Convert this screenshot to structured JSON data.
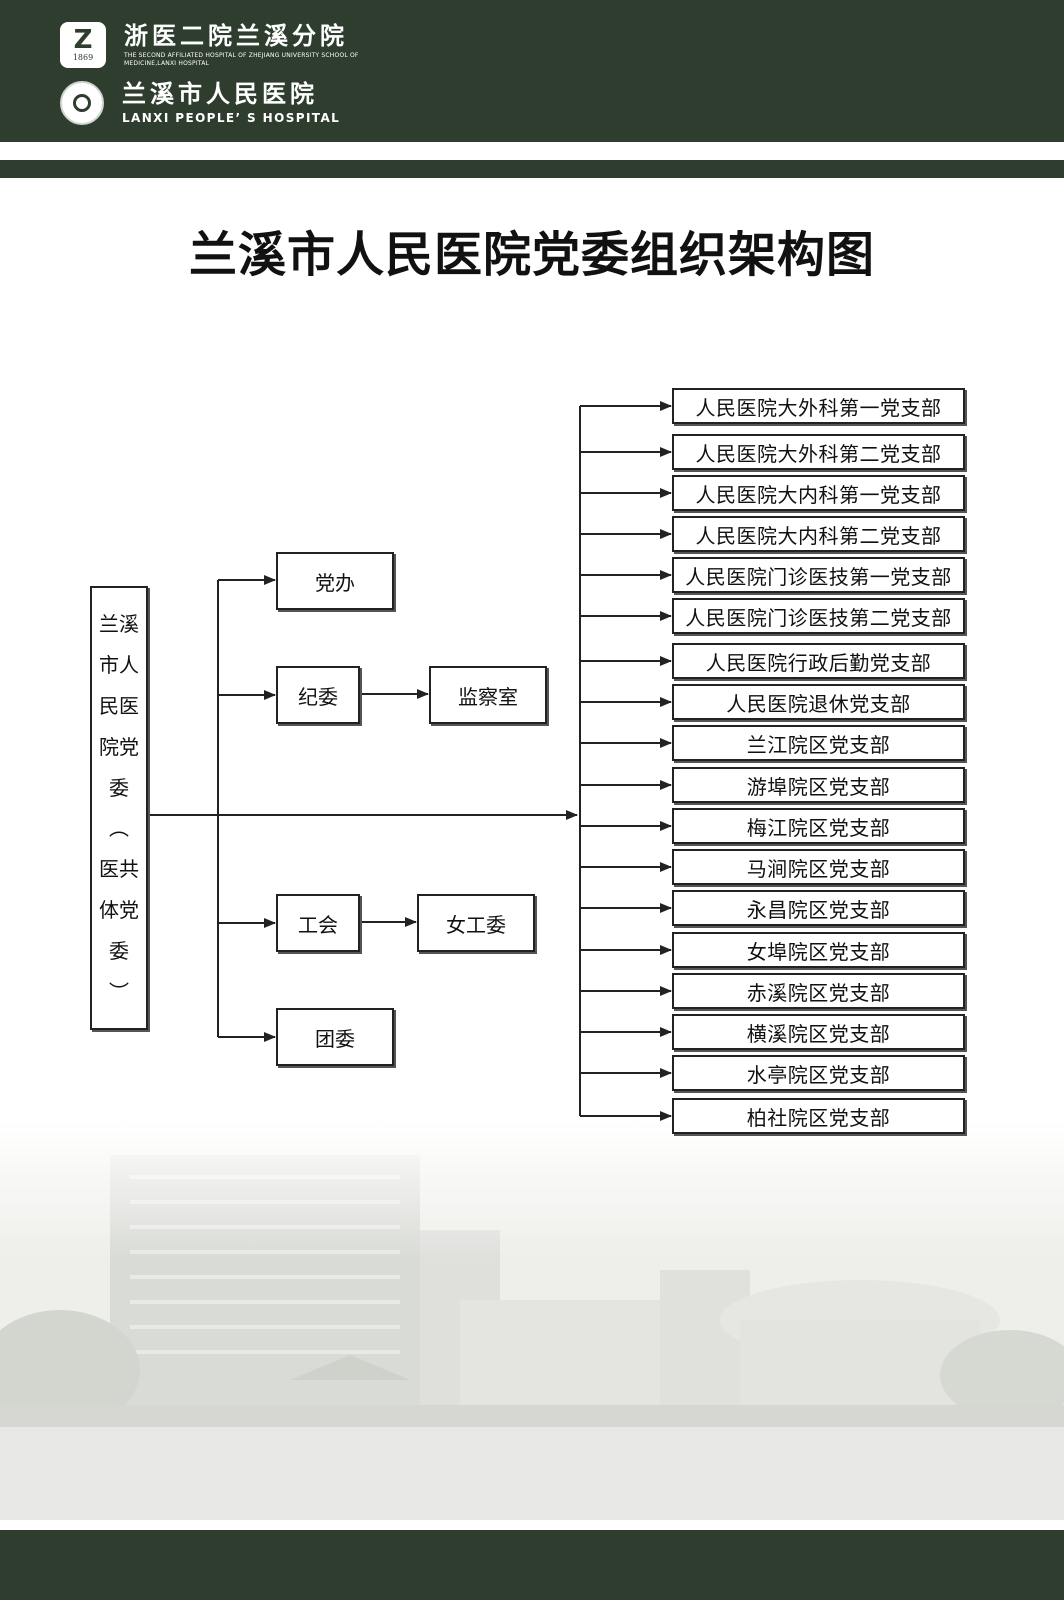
{
  "header": {
    "logo1_mark": "Z",
    "logo1_year": "1869",
    "logo1_cn": "浙医二院兰溪分院",
    "logo1_en": "THE SECOND AFFILIATED HOSPITAL OF ZHEJIANG UNIVERSITY SCHOOL OF MEDICINE,LANXI HOSPITAL",
    "logo2_cn": "兰溪市人民医院",
    "logo2_en": "LANXI PEOPLE’ S HOSPITAL"
  },
  "title": "兰溪市人民医院党委组织架构图",
  "colors": {
    "header": "#2f3d2f",
    "line": "#222222"
  },
  "root": {
    "lines": [
      "兰溪",
      "市人",
      "民医",
      "院党",
      "委",
      "︵",
      "医共",
      "体党",
      "委",
      "︶"
    ]
  },
  "units": {
    "party_office": "党办",
    "discipline": "纪委",
    "supervision": "监察室",
    "union": "工会",
    "women": "女工委",
    "youth": "团委"
  },
  "branches": [
    "人民医院大外科第一党支部",
    "人民医院大外科第二党支部",
    "人民医院大内科第一党支部",
    "人民医院大内科第二党支部",
    "人民医院门诊医技第一党支部",
    "人民医院门诊医技第二党支部",
    "人民医院行政后勤党支部",
    "人民医院退休党支部",
    "兰江院区党支部",
    "游埠院区党支部",
    "梅江院区党支部",
    "马涧院区党支部",
    "永昌院区党支部",
    "女埠院区党支部",
    "赤溪院区党支部",
    "横溪院区党支部",
    "水亭院区党支部",
    "柏社院区党支部"
  ]
}
